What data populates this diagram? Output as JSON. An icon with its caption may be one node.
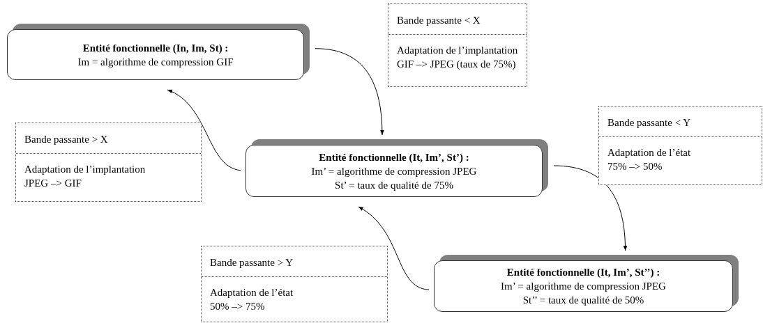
{
  "diagram": {
    "nodes": [
      {
        "text": [
          "Entité fonctionnelle (In, Im, St) :",
          "Im = algorithme de compression GIF"
        ]
      },
      {
        "text": [
          "Bande passante < X",
          "Adaptation de l’implantation GIF –> JPEG (taux de 75%)"
        ]
      },
      {
        "text": [
          "Bande passante > X",
          "Adaptation de l’implantation JPEG –> GIF"
        ]
      },
      {
        "text": [
          "Entité fonctionnelle (It, Im’, St’) :",
          "Im’ = algorithme de compression JPEG",
          "St’ = taux de qualité de 75%"
        ]
      },
      {
        "text": [
          "Bande passante < Y",
          "Adaptation de l’état 75% –> 50%"
        ]
      },
      {
        "text": [
          "Bande passante > Y",
          "Adaptation de l’état 50% –> 75%"
        ]
      },
      {
        "text": [
          "Entité fonctionnelle (It, Im’, St’’) :",
          "Im’ = algorithme de compression JPEG",
          "St’’ = taux de qualité de 50%"
        ]
      }
    ],
    "edges": [
      {
        "from": 0,
        "to": 3,
        "arrow": "to"
      },
      {
        "from": 3,
        "to": 0,
        "arrow": "to"
      },
      {
        "from": 3,
        "to": 6,
        "arrow": "to"
      },
      {
        "from": 6,
        "to": 3,
        "arrow": "to"
      }
    ]
  }
}
